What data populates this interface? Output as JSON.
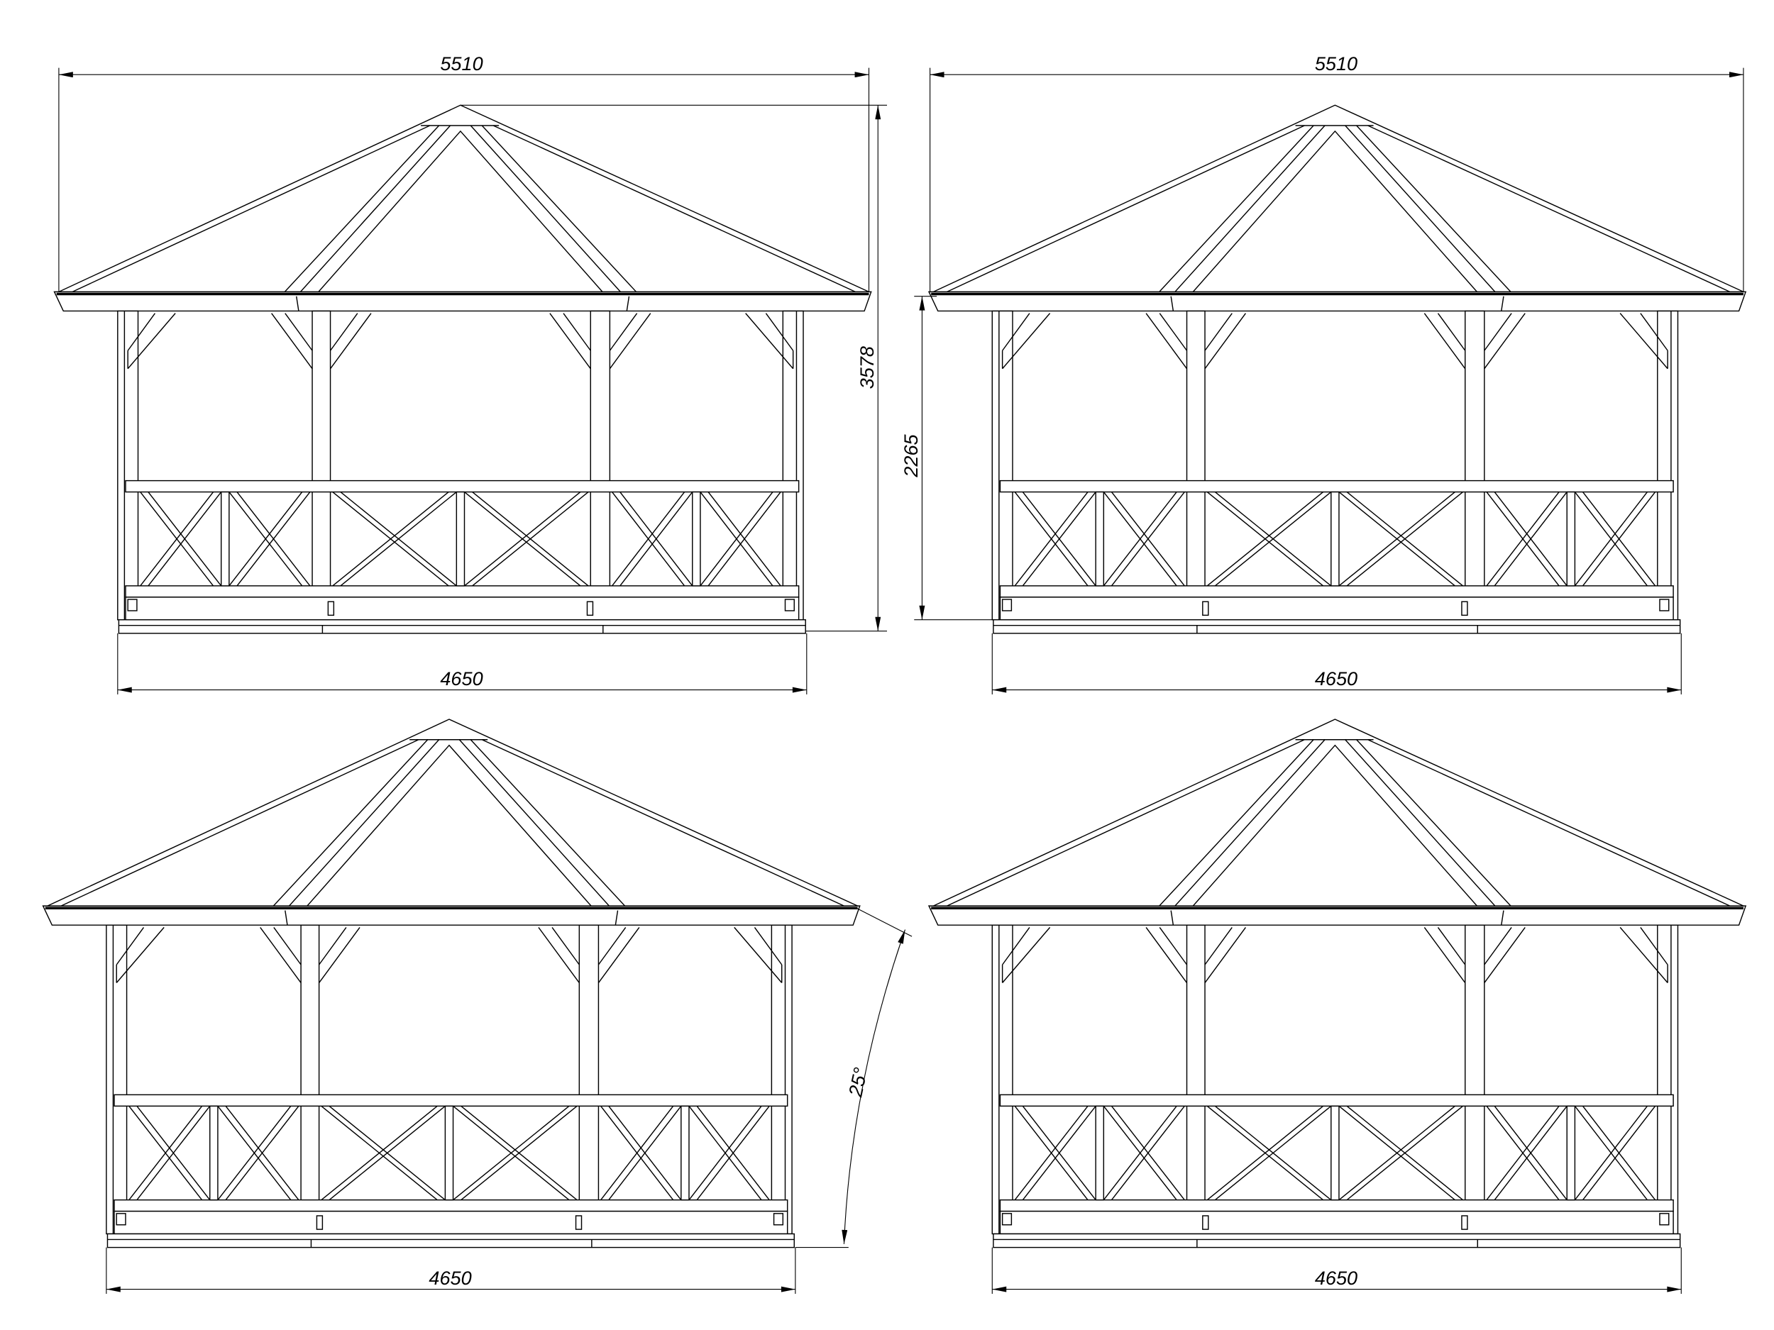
{
  "views": [
    {
      "overall_width": "5510",
      "overall_height": "3578",
      "base_width": "4650"
    },
    {
      "overall_width": "5510",
      "eave_height": "2265",
      "base_width": "4650"
    },
    {
      "base_width": "4650",
      "roof_angle": "25°"
    },
    {
      "base_width": "4650"
    }
  ],
  "colors": {
    "line": "#000000",
    "background": "#ffffff"
  }
}
